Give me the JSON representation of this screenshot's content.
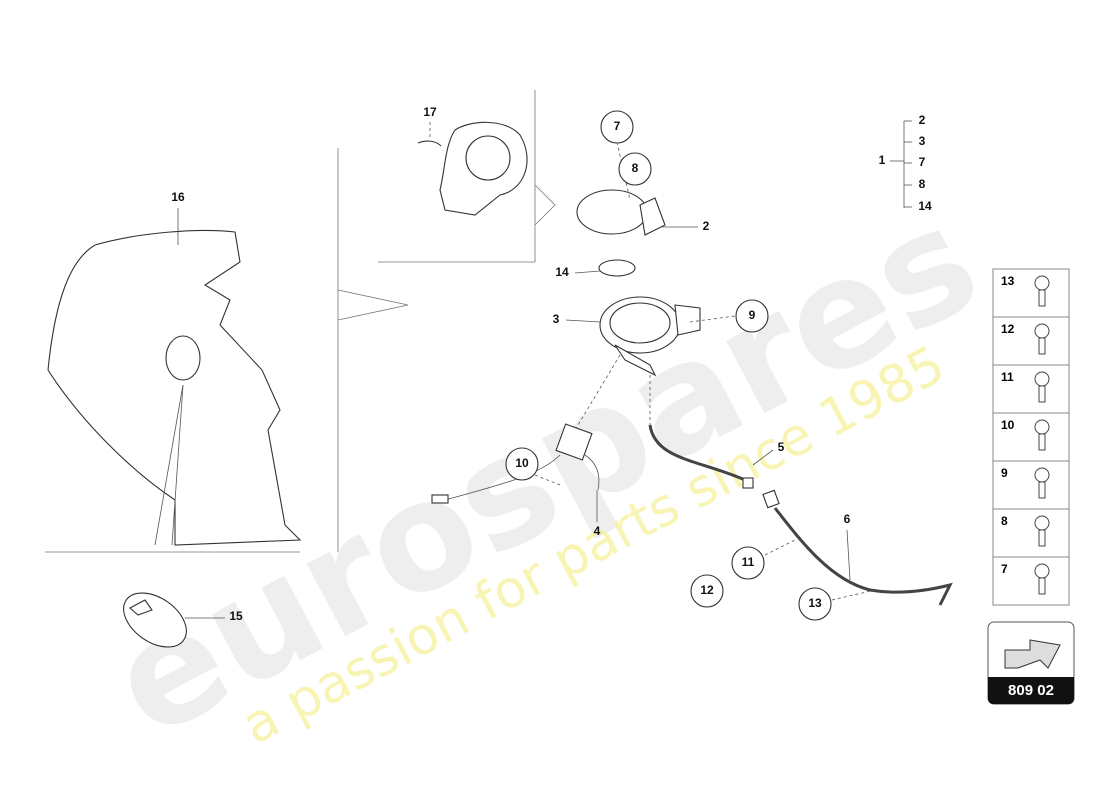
{
  "watermark": {
    "brand": "eurospares",
    "tagline": "a passion for parts since 1985"
  },
  "callouts": {
    "c17": "17",
    "c16": "16",
    "c2": "2",
    "c14": "14",
    "c3": "3",
    "c5": "5",
    "c4": "4",
    "c6": "6",
    "c15": "15"
  },
  "circled": {
    "c7": "7",
    "c8": "8",
    "c9": "9",
    "c10": "10",
    "c11": "11",
    "c12": "12",
    "c13": "13"
  },
  "assembly": {
    "parent": "1",
    "children": [
      "2",
      "3",
      "7",
      "8",
      "14"
    ]
  },
  "legend": {
    "items": [
      "13",
      "12",
      "11",
      "10",
      "9",
      "8",
      "7"
    ]
  },
  "diagram_code": "809 02"
}
